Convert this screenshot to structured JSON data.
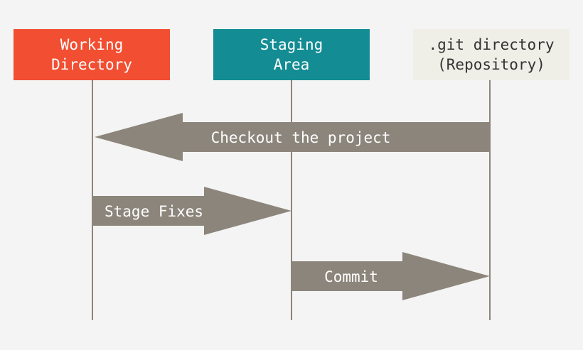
{
  "columns": [
    {
      "line1": "Working",
      "line2": "Directory",
      "color": "#f14e32"
    },
    {
      "line1": "Staging",
      "line2": "Area",
      "color": "#138c93"
    },
    {
      "line1": ".git directory",
      "line2": "(Repository)",
      "color": "#efefe8"
    }
  ],
  "arrows": [
    {
      "label": "Checkout the project",
      "from": ".git directory",
      "to": "Working Directory"
    },
    {
      "label": "Stage Fixes",
      "from": "Working Directory",
      "to": "Staging Area"
    },
    {
      "label": "Commit",
      "from": "Staging Area",
      "to": ".git directory"
    }
  ],
  "colors": {
    "arrow": "#8c857b",
    "lifeline": "#8c857b",
    "background": "#f4f4f4"
  }
}
